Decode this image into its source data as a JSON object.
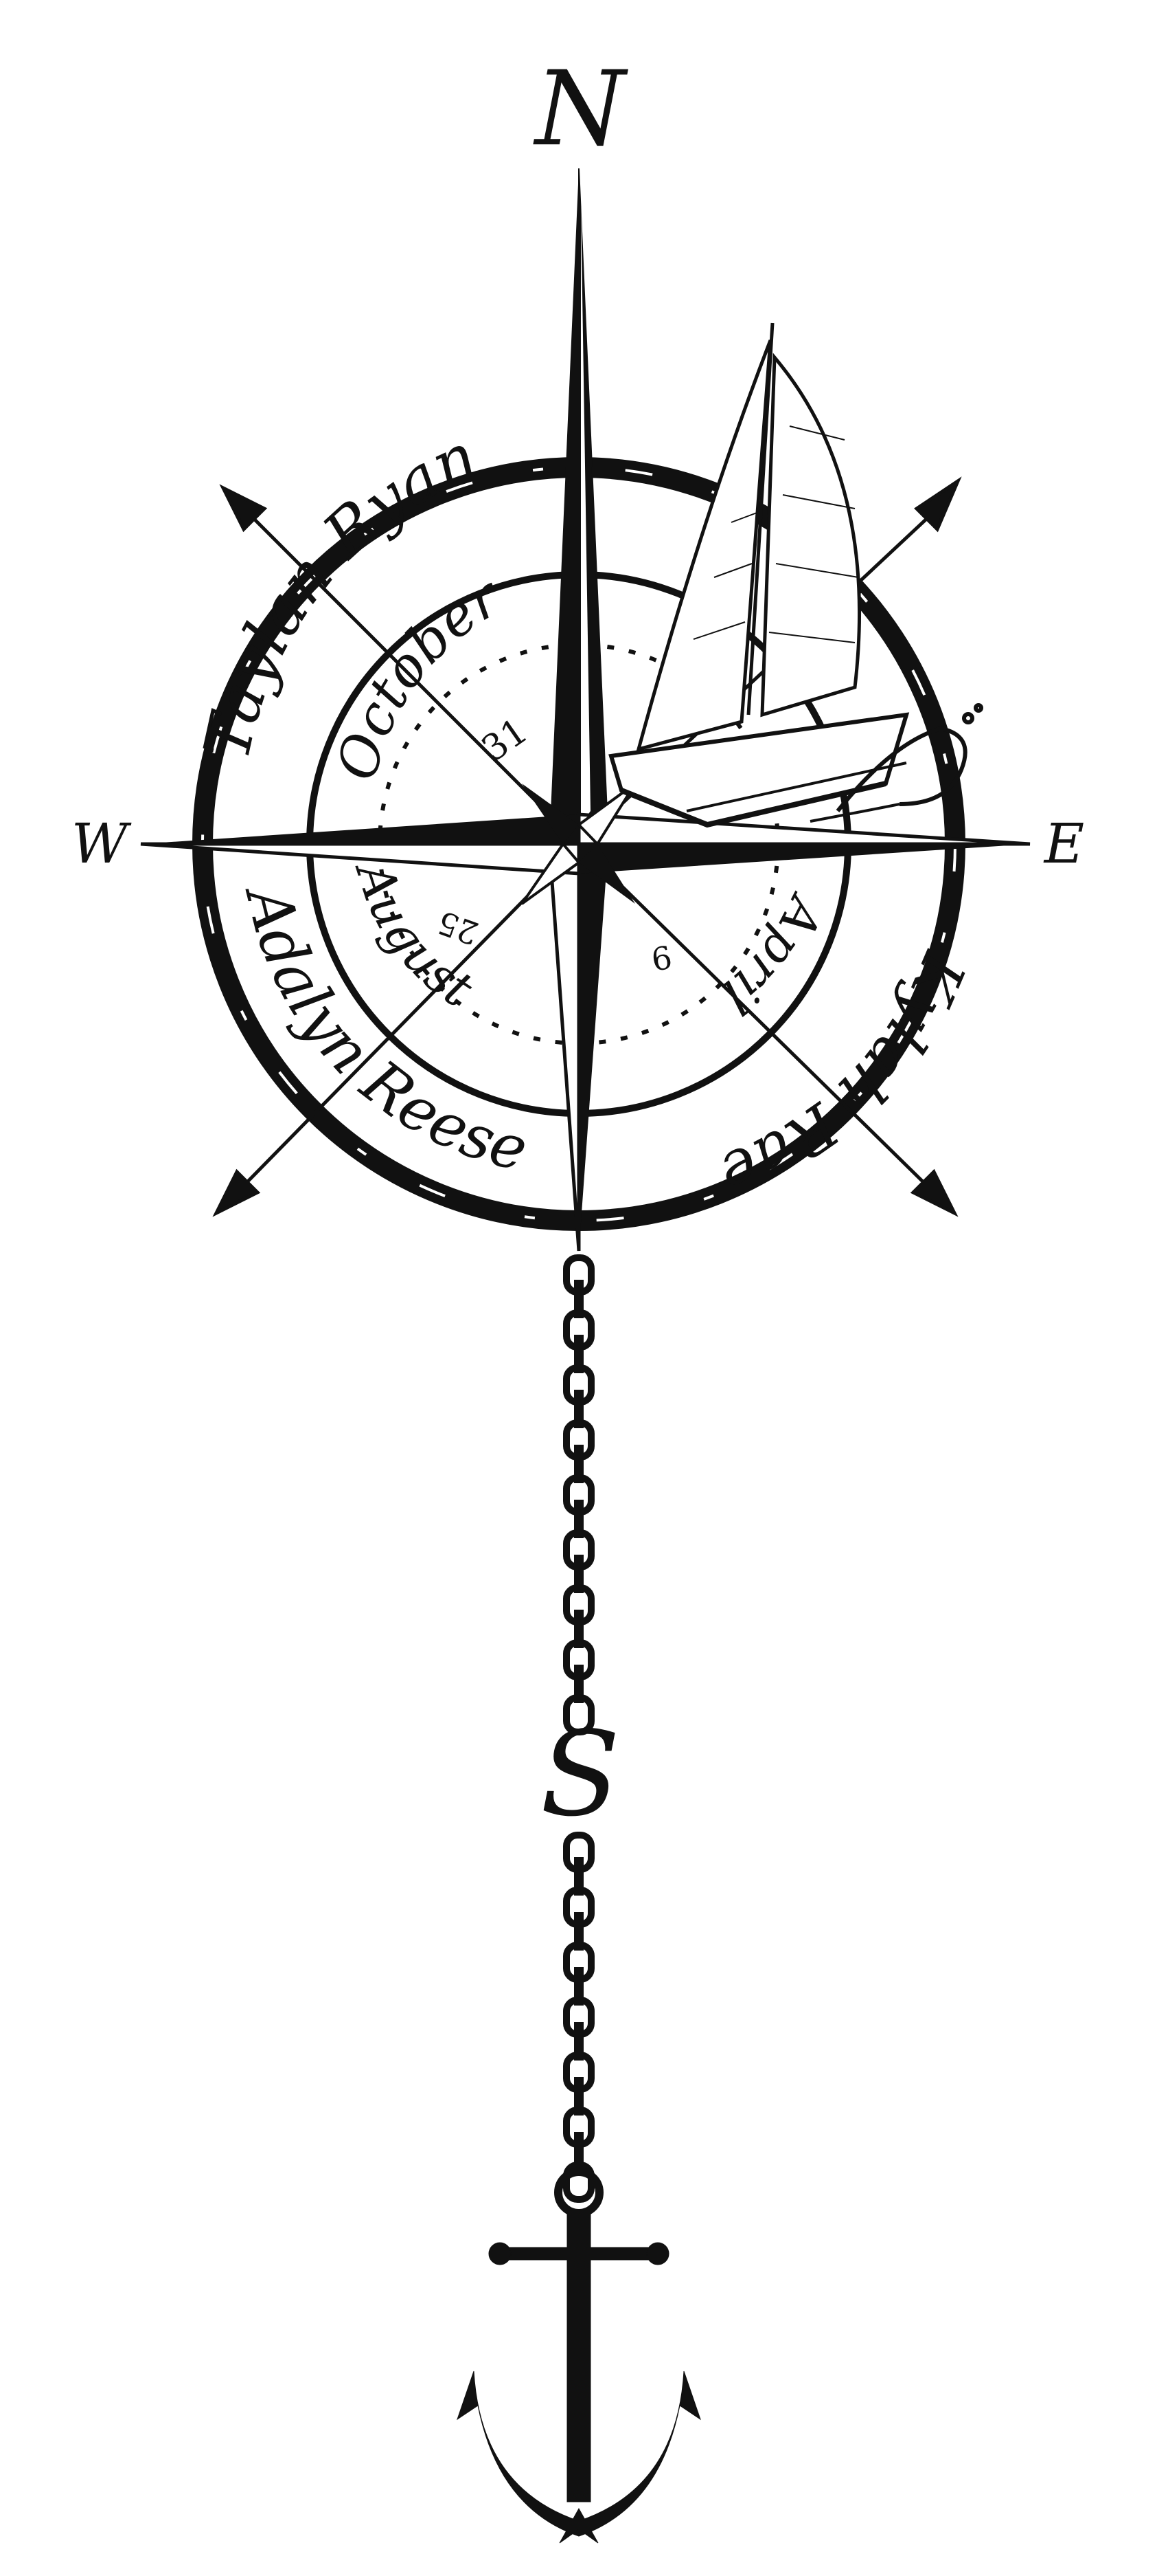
{
  "design": {
    "ink_color": "#111111",
    "background_color": "#ffffff",
    "cardinals": {
      "north": "N",
      "south": "S",
      "east": "E",
      "west": "W"
    },
    "names": {
      "top_left": "Taylan Ryan",
      "bottom_left": "Adalyn Reese",
      "bottom_right": "Kylah Rae"
    },
    "dates": {
      "top_month": "October",
      "top_day": "31",
      "bottom_left_month": "August",
      "bottom_left_day": "25",
      "bottom_right_month": "April",
      "bottom_right_day": "9"
    },
    "icons": [
      "compass-rose-icon",
      "sailboat-icon",
      "chain-icon",
      "anchor-icon",
      "wave-icon"
    ]
  }
}
